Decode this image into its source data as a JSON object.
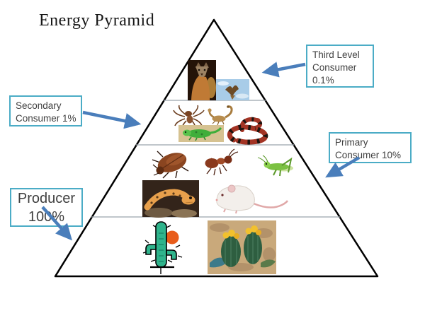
{
  "title": "Energy Pyramid",
  "callouts": {
    "third_level": {
      "line1": "Third Level",
      "line2": "Consumer",
      "line3": "0.1%"
    },
    "secondary": {
      "line1": "Secondary",
      "line2": "Consumer 1%"
    },
    "primary": {
      "line1": "Primary",
      "line2": "Consumer 10%"
    },
    "producer": {
      "line1": "Producer",
      "line2": "100%"
    }
  },
  "pyramid_levels": [
    {
      "position": "top",
      "label": "Third Level Consumer",
      "energy": "0.1%",
      "organisms": [
        "mountain-lion",
        "hawk"
      ]
    },
    {
      "position": "second",
      "label": "Secondary Consumer",
      "energy": "1%",
      "organisms": [
        "tarantula",
        "scorpion",
        "lizard",
        "snake"
      ]
    },
    {
      "position": "third",
      "label": "Primary Consumer",
      "energy": "10%",
      "organisms": [
        "beetle",
        "ant",
        "grasshopper",
        "gecko",
        "mouse"
      ]
    },
    {
      "position": "base",
      "label": "Producer",
      "energy": "100%",
      "organisms": [
        "saguaro-cactus",
        "barrel-cacti"
      ]
    }
  ],
  "colors": {
    "box-border": "#4BACC6",
    "arrow": "#4a7ebb",
    "outline": "#000000",
    "divider": "#9aa4ac",
    "text": "#3f3f3f"
  }
}
